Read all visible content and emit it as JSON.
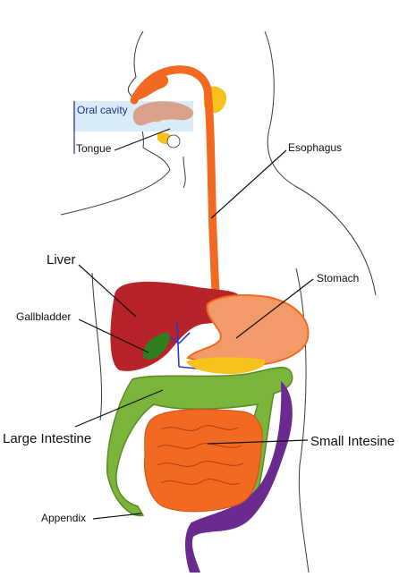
{
  "labels": {
    "oral_cavity": "Oral cavity",
    "tongue": "Tongue",
    "esophagus": "Esophagus",
    "liver": "Liver",
    "stomach": "Stomach",
    "gallbladder": "Gallbladder",
    "large_intestine": "Large Intestine",
    "small_intestine": "Small Intesine",
    "appendix": "Appendix"
  },
  "colors": {
    "outline": "#3a3a3a",
    "oral_box": "#d9ecf7",
    "esophagus": "#f26a21",
    "stomach": "#f29a6a",
    "liver": "#b8232a",
    "gallbladder": "#2e7d1f",
    "large_intestine": "#7ab43a",
    "small_intestine": "#f26a21",
    "rectum": "#6a2a8f",
    "bile_duct": "#2a3ac8",
    "salivary": "#f7c21c",
    "tongue": "#d9a08a"
  }
}
